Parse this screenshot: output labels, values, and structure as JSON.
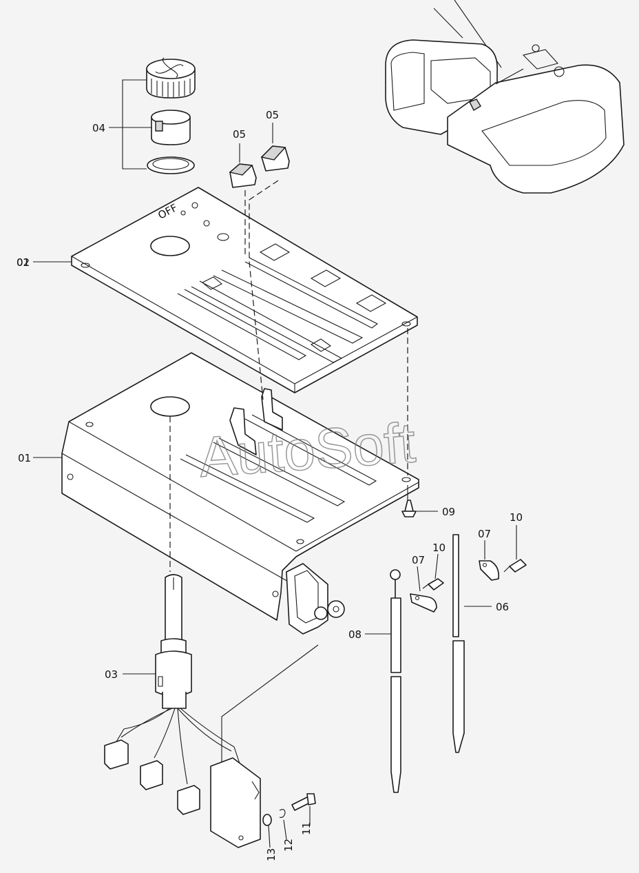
{
  "watermark": "AutoSoft",
  "panel_marking": "OFF",
  "callouts": {
    "c01": "01",
    "c02": "02",
    "c03": "03",
    "c04": "04",
    "c05a": "05",
    "c05b": "05",
    "c06": "06",
    "c07a": "07",
    "c07b": "07",
    "c08": "08",
    "c09": "09",
    "c10a": "10",
    "c10b": "10",
    "c11": "11",
    "c12": "12",
    "c13": "13"
  }
}
